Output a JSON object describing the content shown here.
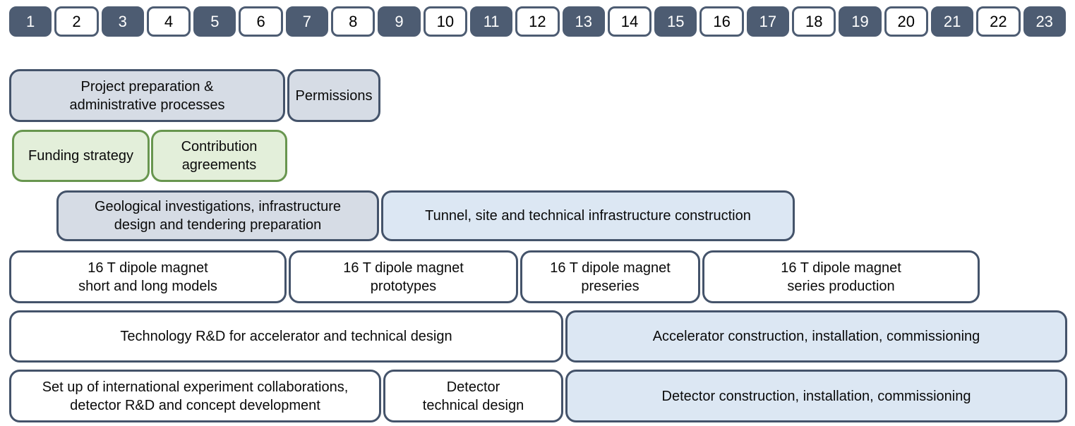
{
  "colors": {
    "dark_slate_border": "#44536a",
    "dark_cell_fill": "#4d5c72",
    "grey_fill": "#d6dce5",
    "light_blue_fill": "#dce7f3",
    "green_fill": "#e3efda",
    "green_border": "#68964f",
    "white_fill": "#ffffff"
  },
  "timeline": {
    "numbers": [
      {
        "label": "1",
        "dark": true
      },
      {
        "label": "2",
        "dark": false
      },
      {
        "label": "3",
        "dark": true
      },
      {
        "label": "4",
        "dark": false
      },
      {
        "label": "5",
        "dark": true
      },
      {
        "label": "6",
        "dark": false
      },
      {
        "label": "7",
        "dark": true
      },
      {
        "label": "8",
        "dark": false
      },
      {
        "label": "9",
        "dark": true
      },
      {
        "label": "10",
        "dark": false
      },
      {
        "label": "11",
        "dark": true
      },
      {
        "label": "12",
        "dark": false
      },
      {
        "label": "13",
        "dark": true
      },
      {
        "label": "14",
        "dark": false
      },
      {
        "label": "15",
        "dark": true
      },
      {
        "label": "16",
        "dark": false
      },
      {
        "label": "17",
        "dark": true
      },
      {
        "label": "18",
        "dark": false
      },
      {
        "label": "19",
        "dark": true
      },
      {
        "label": "20",
        "dark": false
      },
      {
        "label": "21",
        "dark": true
      },
      {
        "label": "22",
        "dark": false
      },
      {
        "label": "23",
        "dark": true
      }
    ]
  },
  "tasks": {
    "project_preparation": "Project preparation  &\nadministrative processes",
    "permissions": "Permissions",
    "funding_strategy": "Funding strategy",
    "contribution_agreements": "Contribution\nagreements",
    "geological_investigations": "Geological investigations, infrastructure\ndesign and tendering preparation",
    "tunnel_construction": "Tunnel, site and technical infrastructure construction",
    "dipole_models": "16 T dipole magnet\nshort and long models",
    "dipole_prototypes": "16 T dipole magnet\nprototypes",
    "dipole_preseries": "16 T dipole magnet\npreseries",
    "dipole_series": "16 T dipole magnet\nseries production",
    "technology_rd": "Technology R&D for accelerator and technical design",
    "accelerator_construction": "Accelerator construction, installation, commissioning",
    "experiment_collaborations": "Set up of international  experiment collaborations,\ndetector R&D and concept development",
    "detector_technical_design": "Detector\ntechnical design",
    "detector_construction": "Detector construction, installation, commissioning"
  }
}
